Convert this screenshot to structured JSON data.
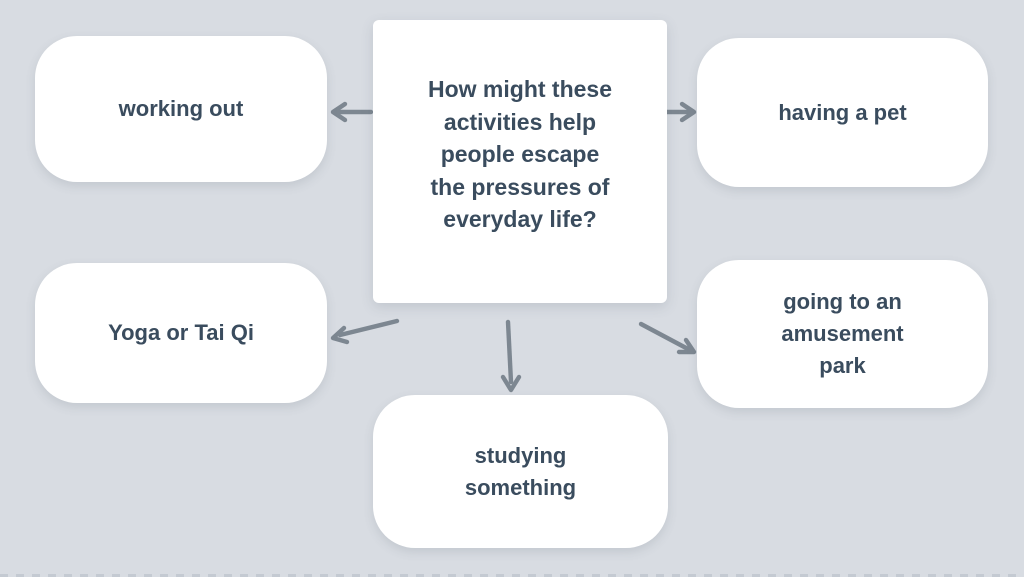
{
  "diagram": {
    "title": "brainstorm-activities-escape-pressures",
    "center": {
      "question": "How might these\nactivities help\npeople escape\nthe pressures of\neveryday life?"
    },
    "nodes": [
      {
        "id": "working-out",
        "label": "working out"
      },
      {
        "id": "having-a-pet",
        "label": "having a pet"
      },
      {
        "id": "yoga-or-tai-qi",
        "label": "Yoga or Tai Qi"
      },
      {
        "id": "amusement-park",
        "label": "going to an\namusement\npark"
      },
      {
        "id": "studying-something",
        "label": "studying\nsomething"
      }
    ],
    "arrows": [
      {
        "from": "center",
        "to": "working-out"
      },
      {
        "from": "center",
        "to": "having-a-pet"
      },
      {
        "from": "center",
        "to": "yoga-or-tai-qi"
      },
      {
        "from": "center",
        "to": "studying-something"
      },
      {
        "from": "center",
        "to": "amusement-park"
      }
    ]
  },
  "colors": {
    "background": "#d8dce2",
    "box": "#ffffff",
    "text": "#3a4c5e",
    "arrow": "#7d8791",
    "dash": "#c4cad2"
  }
}
